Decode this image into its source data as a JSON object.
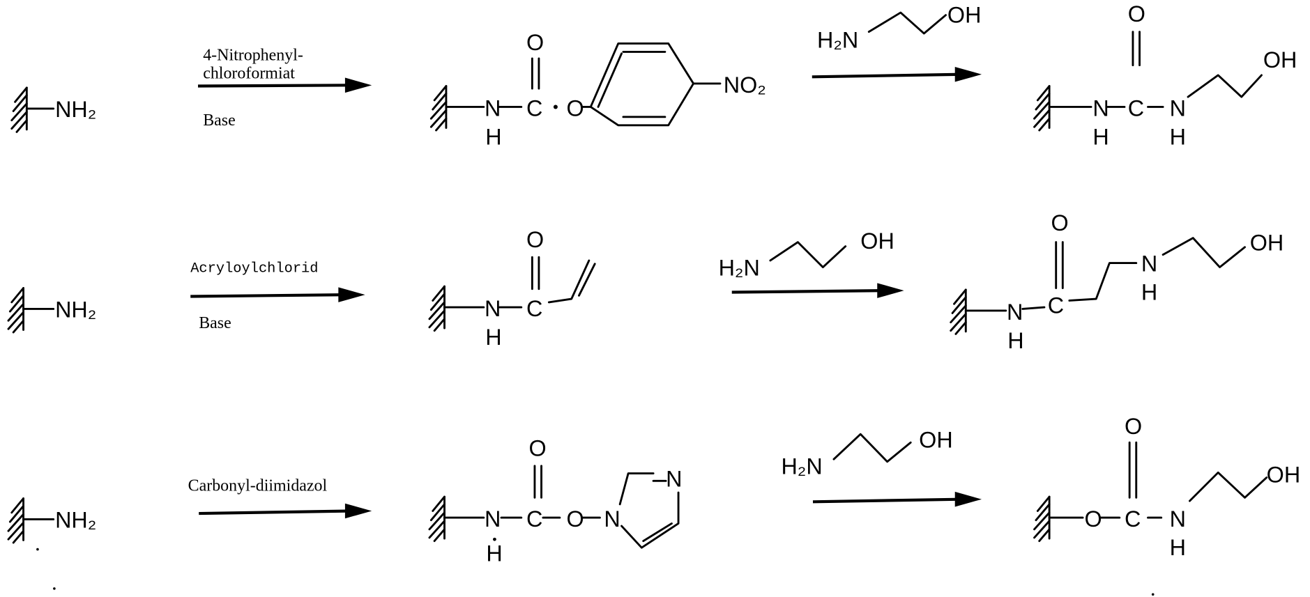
{
  "ink_color": "#000000",
  "background_color": "#ffffff",
  "rows": [
    {
      "start": {
        "label": "NH₂"
      },
      "step1": {
        "reagent_line1": "4-Nitrophenyl-",
        "reagent_line2": "chloroformiat",
        "below": "Base"
      },
      "intermediate": {
        "n": "N",
        "h": "H",
        "c": "C",
        "o_carbonyl": "O",
        "o_ester": "O",
        "no2": "NO₂"
      },
      "step2": {
        "amine": "H₂N",
        "oh": "OH"
      },
      "product": {
        "n1": "N",
        "h1": "H",
        "c": "C",
        "o": "O",
        "n2": "N",
        "h2": "H",
        "oh": "OH"
      }
    },
    {
      "start": {
        "label": "NH₂"
      },
      "step1": {
        "reagent_line1": "Acryloylchlorid",
        "below": "Base"
      },
      "intermediate": {
        "n": "N",
        "h": "H",
        "c": "C",
        "o_carbonyl": "O"
      },
      "step2": {
        "amine": "H₂N",
        "oh": "OH"
      },
      "product": {
        "n1": "N",
        "h1": "H",
        "c": "C",
        "o": "O",
        "n2": "N",
        "h2": "H",
        "oh": "OH"
      }
    },
    {
      "start": {
        "label": "NH₂"
      },
      "step1": {
        "reagent_line1": "Carbonyl-diimidazol"
      },
      "intermediate": {
        "n": "N",
        "h": "H",
        "c": "C",
        "o_carbonyl": "O",
        "o_ester": "O",
        "n_ring1": "N",
        "n_ring3": "N"
      },
      "step2": {
        "amine": "H₂N",
        "oh": "OH"
      },
      "product": {
        "o1": "O",
        "c": "C",
        "o": "O",
        "n2": "N",
        "h2": "H",
        "oh": "OH"
      }
    }
  ]
}
